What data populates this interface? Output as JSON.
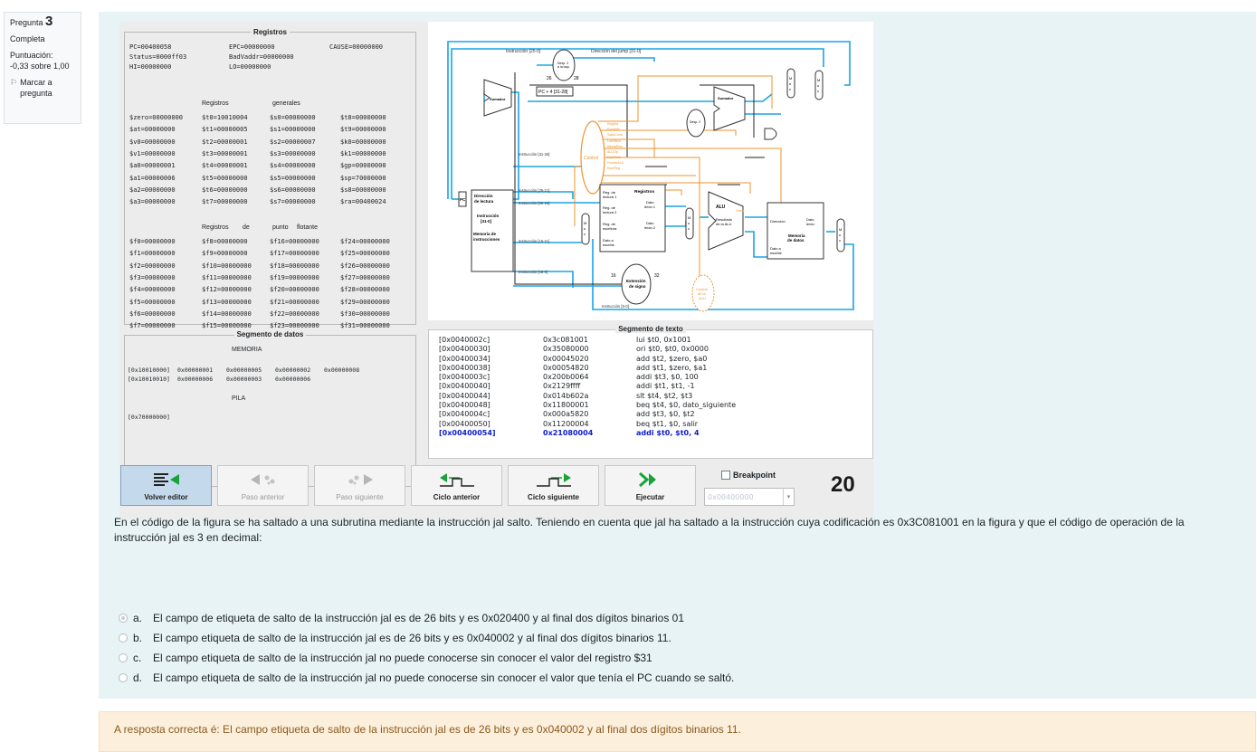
{
  "question_info": {
    "label": "Pregunta",
    "number": "3",
    "state": "Completa",
    "grade_label": "Puntuación:",
    "grade_value": "-0,33 sobre 1,00",
    "flag_label": "Marcar a pregunta"
  },
  "simulator": {
    "registers_title": "Registros",
    "special": {
      "pc": "PC=00400058",
      "epc": "EPC=00000000",
      "cause": "CAUSE=00000000",
      "status": "Status=0000ff03",
      "badvaddr": "BadVaddr=00000000",
      "hi": "HI=00000000",
      "lo": "LO=00000000"
    },
    "general_header": [
      "Registros",
      "generales"
    ],
    "general_rows": [
      [
        "$zero=00000000",
        "$t0=10010004",
        "$s0=00000000",
        "$t8=00000000"
      ],
      [
        "$at=00000000",
        "$t1=00000005",
        "$s1=00000000",
        "$t9=00000000"
      ],
      [
        "$v0=00000000",
        "$t2=00000001",
        "$s2=00000007",
        "$k0=00000000"
      ],
      [
        "$v1=00000000",
        "$t3=00000001",
        "$s3=00000000",
        "$k1=00000000"
      ],
      [
        "$a0=00000001",
        "$t4=00000001",
        "$s4=00000000",
        "$gp=00000000"
      ],
      [
        "$a1=00000006",
        "$t5=00000000",
        "$s5=00000000",
        "$sp=70000000"
      ],
      [
        "$a2=00000000",
        "$t6=00000000",
        "$s6=00000000",
        "$s8=00000000"
      ],
      [
        "$a3=00000000",
        "$t7=00000000",
        "$s7=00000000",
        "$ra=00400024"
      ]
    ],
    "float_header": [
      "Registros",
      "de",
      "punto",
      "flotante"
    ],
    "float_rows": [
      [
        "$f0=00000000",
        "$f8=00000000",
        "$f16=00000000",
        "$f24=00000000"
      ],
      [
        "$f1=00000000",
        "$f9=00000000",
        "$f17=00000000",
        "$f25=00000000"
      ],
      [
        "$f2=00000000",
        "$f10=00000000",
        "$f18=00000000",
        "$f26=00000000"
      ],
      [
        "$f3=00000000",
        "$f11=00000000",
        "$f19=00000000",
        "$f27=00000000"
      ],
      [
        "$f4=00000000",
        "$f12=00000000",
        "$f20=00000000",
        "$f28=00000000"
      ],
      [
        "$f5=00000000",
        "$f13=00000000",
        "$f21=00000000",
        "$f29=00000000"
      ],
      [
        "$f6=00000000",
        "$f14=00000000",
        "$f22=00000000",
        "$f30=00000000"
      ],
      [
        "$f7=00000000",
        "$f15=00000000",
        "$f23=00000000",
        "$f31=00000000"
      ]
    ],
    "data_segment": {
      "title": "Segmento de datos",
      "memory_label": "MEMORIA",
      "mem_rows": [
        [
          "[0x10010000]",
          "0x00000001",
          "0x00000005",
          "0x00000002",
          "0x00000008"
        ],
        [
          "[0x10010010]",
          "0x00000006",
          "0x00000003",
          "0x00000006",
          ""
        ]
      ],
      "stack_label": "PILA",
      "stack_row": "[0x70000000]"
    },
    "datapath": {
      "instr_25_0": "Instrucción [25-0]",
      "jump_addr": "Dirección del jump [31-0]",
      "shift_left_2": "Desp. 2 a la izqu.",
      "bits_26": "26",
      "bits_28": "28",
      "pc4": "PC + 4 [31-28]",
      "adder": "Sumador",
      "adder_result": "Sumador Resultado de la ALU",
      "mux": "M u x",
      "control": "Control",
      "control_signals": [
        "RegDst",
        "FuenteP",
        "SaltoCond",
        "LeerMem",
        "MemaReg",
        "ALUOp",
        "EscrMem",
        "FuenteALU",
        "EscrReg"
      ],
      "jump": "Bifurcación",
      "instr_31_26": "Instrucción [31-26]",
      "instr_25_21": "Instrucción [25-21]",
      "instr_20_16": "Instrucción [20-16]",
      "instr_15_11": "Instrucción [15-11]",
      "instr_15_0": "Instrucción [15-0]",
      "instr_5_0": "Instrucción [5-0]",
      "pc": "PC",
      "read_addr": "Dirección de lectura",
      "instruction_31_0": "Instrucción [31-0]",
      "instruction_memory": "Memoria de instrucciones",
      "registers": "Registros",
      "reg_read1": "Reg. de lectura 1",
      "reg_read2": "Reg. de lectura 2",
      "reg_write": "Reg. de escritura",
      "write_data": "Dato a escribir",
      "read_data1": "Dato leído 1",
      "read_data2": "Dato leído 2",
      "alu": "ALU",
      "zero": "Cero",
      "alu_result": "Resultado de la ALU",
      "address": "Dirección",
      "data_read": "Dato leído",
      "data_memory": "Memoria de datos",
      "data_write": "Dato a escribir",
      "sign_ext": "Extensión de signo",
      "bits_16": "16",
      "bits_32": "32",
      "alu_control": "Control de la ALU"
    },
    "text_segment": {
      "title": "Segmento de texto",
      "rows": [
        {
          "addr": "[0x0040002c]",
          "code": "0x3c081001",
          "src": "lui $t0, 0x1001",
          "active": false
        },
        {
          "addr": "[0x00400030]",
          "code": "0x35080000",
          "src": "ori $t0, $t0, 0x0000",
          "active": false
        },
        {
          "addr": "[0x00400034]",
          "code": "0x00045020",
          "src": "add $t2, $zero, $a0",
          "active": false
        },
        {
          "addr": "[0x00400038]",
          "code": "0x00054820",
          "src": "add $t1, $zero, $a1",
          "active": false
        },
        {
          "addr": "[0x0040003c]",
          "code": "0x200b0064",
          "src": "addi $t3, $0, 100",
          "active": false
        },
        {
          "addr": "[0x00400040]",
          "code": "0x2129ffff",
          "src": "addi $t1, $t1, -1",
          "active": false
        },
        {
          "addr": "[0x00400044]",
          "code": "0x014b602a",
          "src": "slt $t4, $t2, $t3",
          "active": false
        },
        {
          "addr": "[0x00400048]",
          "code": "0x11800001",
          "src": "beq $t4, $0, dato_siguiente",
          "active": false
        },
        {
          "addr": "[0x0040004c]",
          "code": "0x000a5820",
          "src": "add $t3, $0, $t2",
          "active": false
        },
        {
          "addr": "[0x00400050]",
          "code": "0x11200004",
          "src": "beq $t1, $0, salir",
          "active": false
        },
        {
          "addr": "[0x00400054]",
          "code": "0x21080004",
          "src": "addi $t0, $t0, 4",
          "active": true
        }
      ]
    },
    "toolbar": {
      "edit": "Volver editor",
      "prev_step": "Paso anterior",
      "next_step": "Paso siguiente",
      "prev_cycle": "Ciclo anterior",
      "next_cycle": "Ciclo siguiente",
      "run": "Ejecutar",
      "breakpoint": "Breakpoint",
      "bp_address": "0x00400000",
      "counter": "20"
    }
  },
  "question_text": "En el código de la figura se ha saltado a una subrutina mediante la instrucción jal salto. Teniendo en cuenta que jal ha saltado a la instrucción cuya codificación es 0x3C081001 en la figura y que el código de operación de la instrucción jal es 3 en decimal:",
  "answers": [
    {
      "letter": "a.",
      "text": "El campo de etiqueta de salto de la instrucción jal es de 26 bits y es 0x020400 y al final dos dígitos binarios 01",
      "checked": true
    },
    {
      "letter": "b.",
      "text": "El campo etiqueta de salto de la instrucción jal es de 26 bits y es 0x040002 y al final dos dígitos binarios 11.",
      "checked": false
    },
    {
      "letter": "c.",
      "text": "El campo etiqueta de salto de la instrucción jal no puede conocerse sin conocer el valor del registro $31",
      "checked": false
    },
    {
      "letter": "d.",
      "text": "El campo etiqueta de salto de la instrucción jal no puede conocerse sin conocer el valor que tenía el PC cuando se saltó.",
      "checked": false
    }
  ],
  "feedback": "A resposta correcta é: El campo etiqueta de salto de la instrucción jal es de 26 bits y es 0x040002 y al final dos dígitos binarios 11.",
  "colors": {
    "panel_bg": "#e7f3f5",
    "feedback_bg": "#fcefdc",
    "active_row": "#0c1ccb",
    "wire_blue": "#1aa3e6",
    "wire_orange": "#f0932b"
  }
}
